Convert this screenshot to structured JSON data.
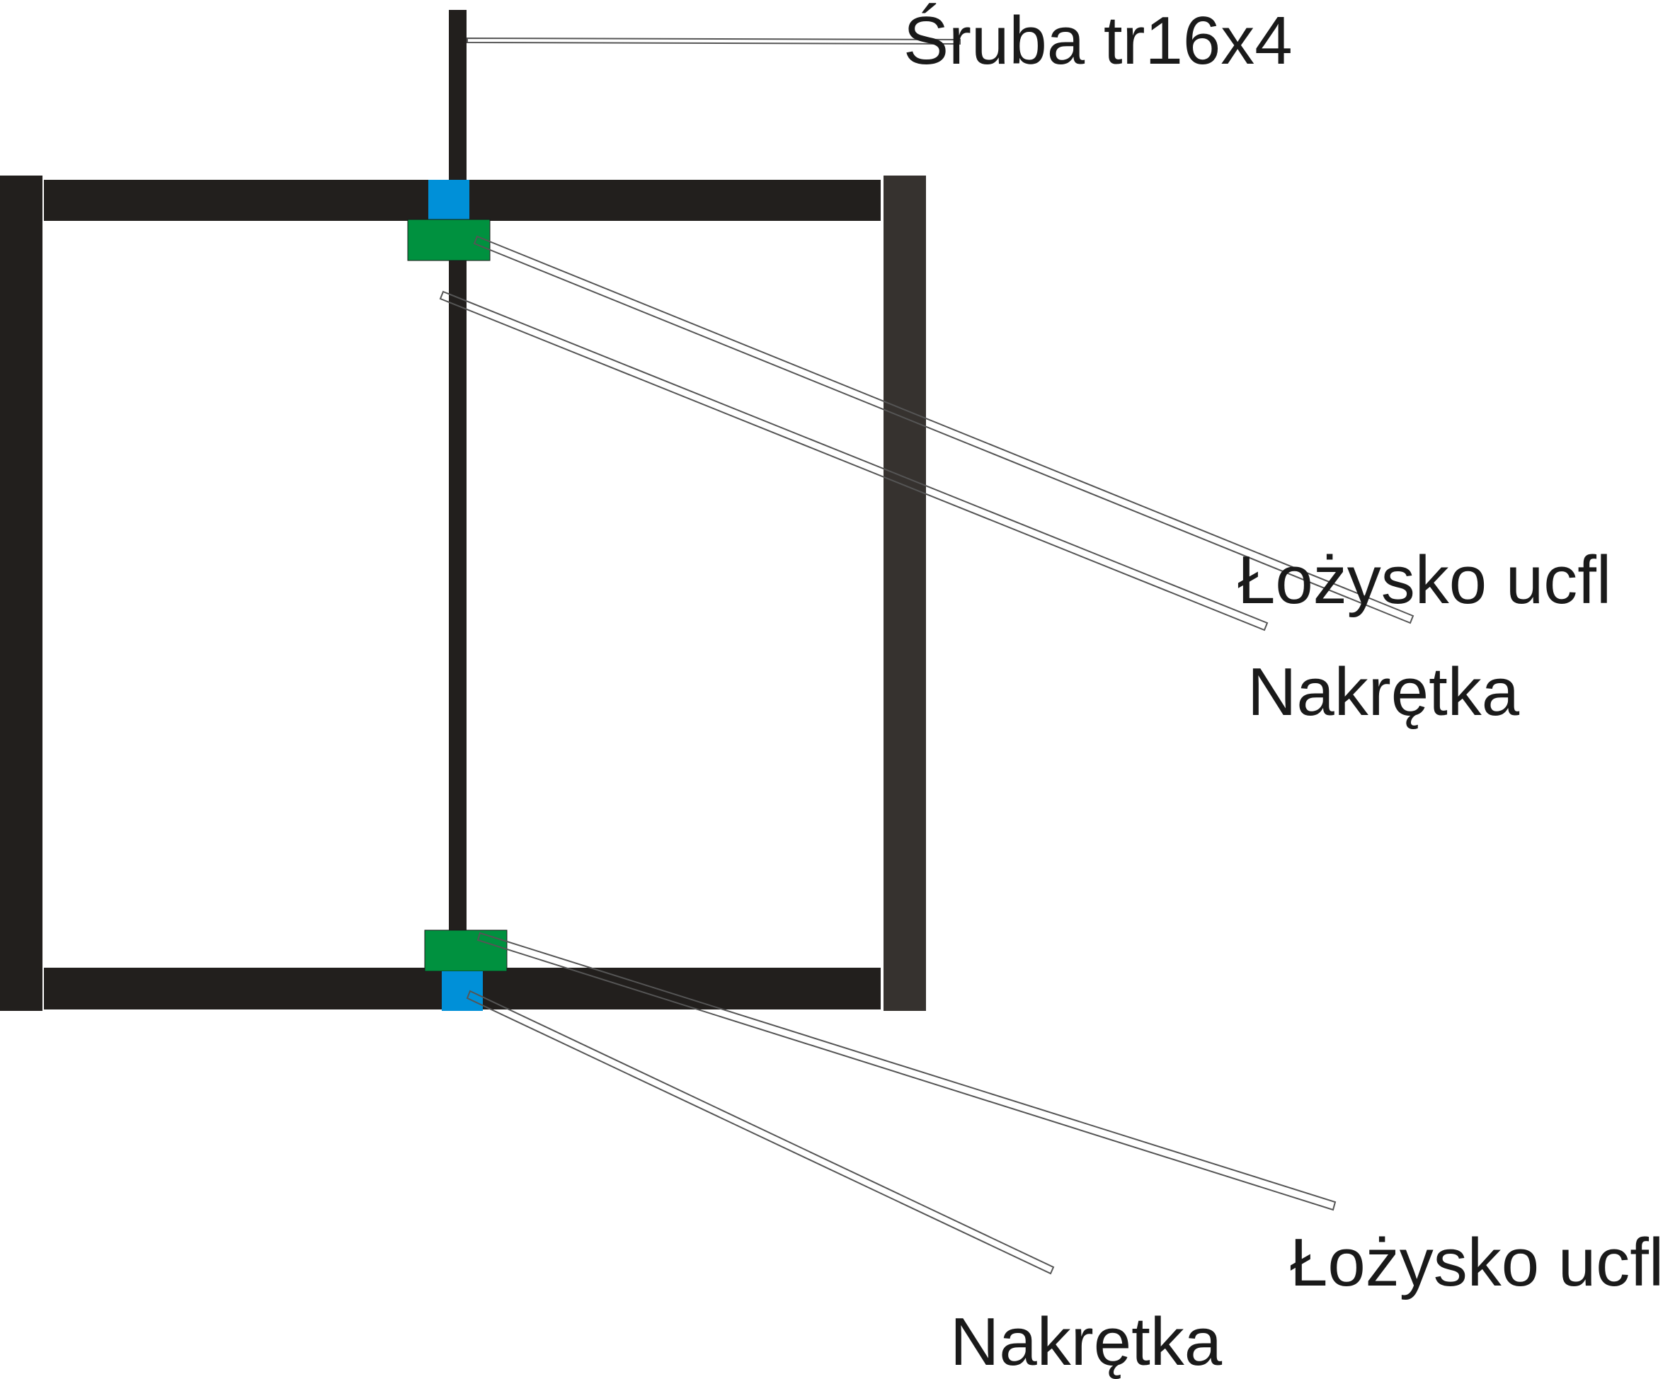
{
  "labels": {
    "screw": "Śruba tr16x4",
    "bearing_top": "Łożysko ucfl",
    "nut_top": "Nakrętka",
    "bearing_bottom": "Łożysko ucfl",
    "nut_bottom": "Nakrętka"
  },
  "colors": {
    "frame": "#221f1d",
    "frame_right": "#36322f",
    "bearing": "#00913f",
    "nut": "#0090d8",
    "leader": "#8a8a8a",
    "text": "#1a1a1a"
  }
}
